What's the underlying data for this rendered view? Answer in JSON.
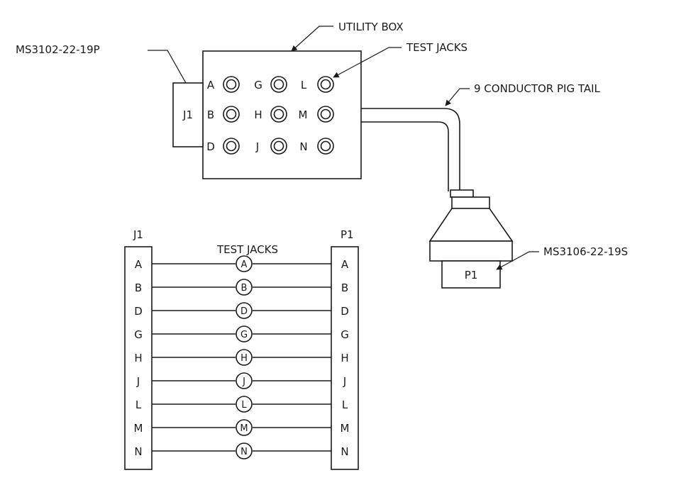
{
  "labels": {
    "utility_box": "UTILITY BOX",
    "ms3102": "MS3102-22-19P",
    "test_jacks_top": "TEST JACKS",
    "pigtail": "9 CONDUCTOR PIG TAIL",
    "ms3106": "MS3106-22-19S",
    "j1_box": "J1",
    "p1_box": "P1",
    "j1_header": "J1",
    "p1_header": "P1",
    "test_jacks_wiring": "TEST JACKS"
  },
  "jack_grid": [
    [
      "A",
      "G",
      "L"
    ],
    [
      "B",
      "H",
      "M"
    ],
    [
      "D",
      "J",
      "N"
    ]
  ],
  "pins": [
    "A",
    "B",
    "D",
    "G",
    "H",
    "J",
    "L",
    "M",
    "N"
  ]
}
